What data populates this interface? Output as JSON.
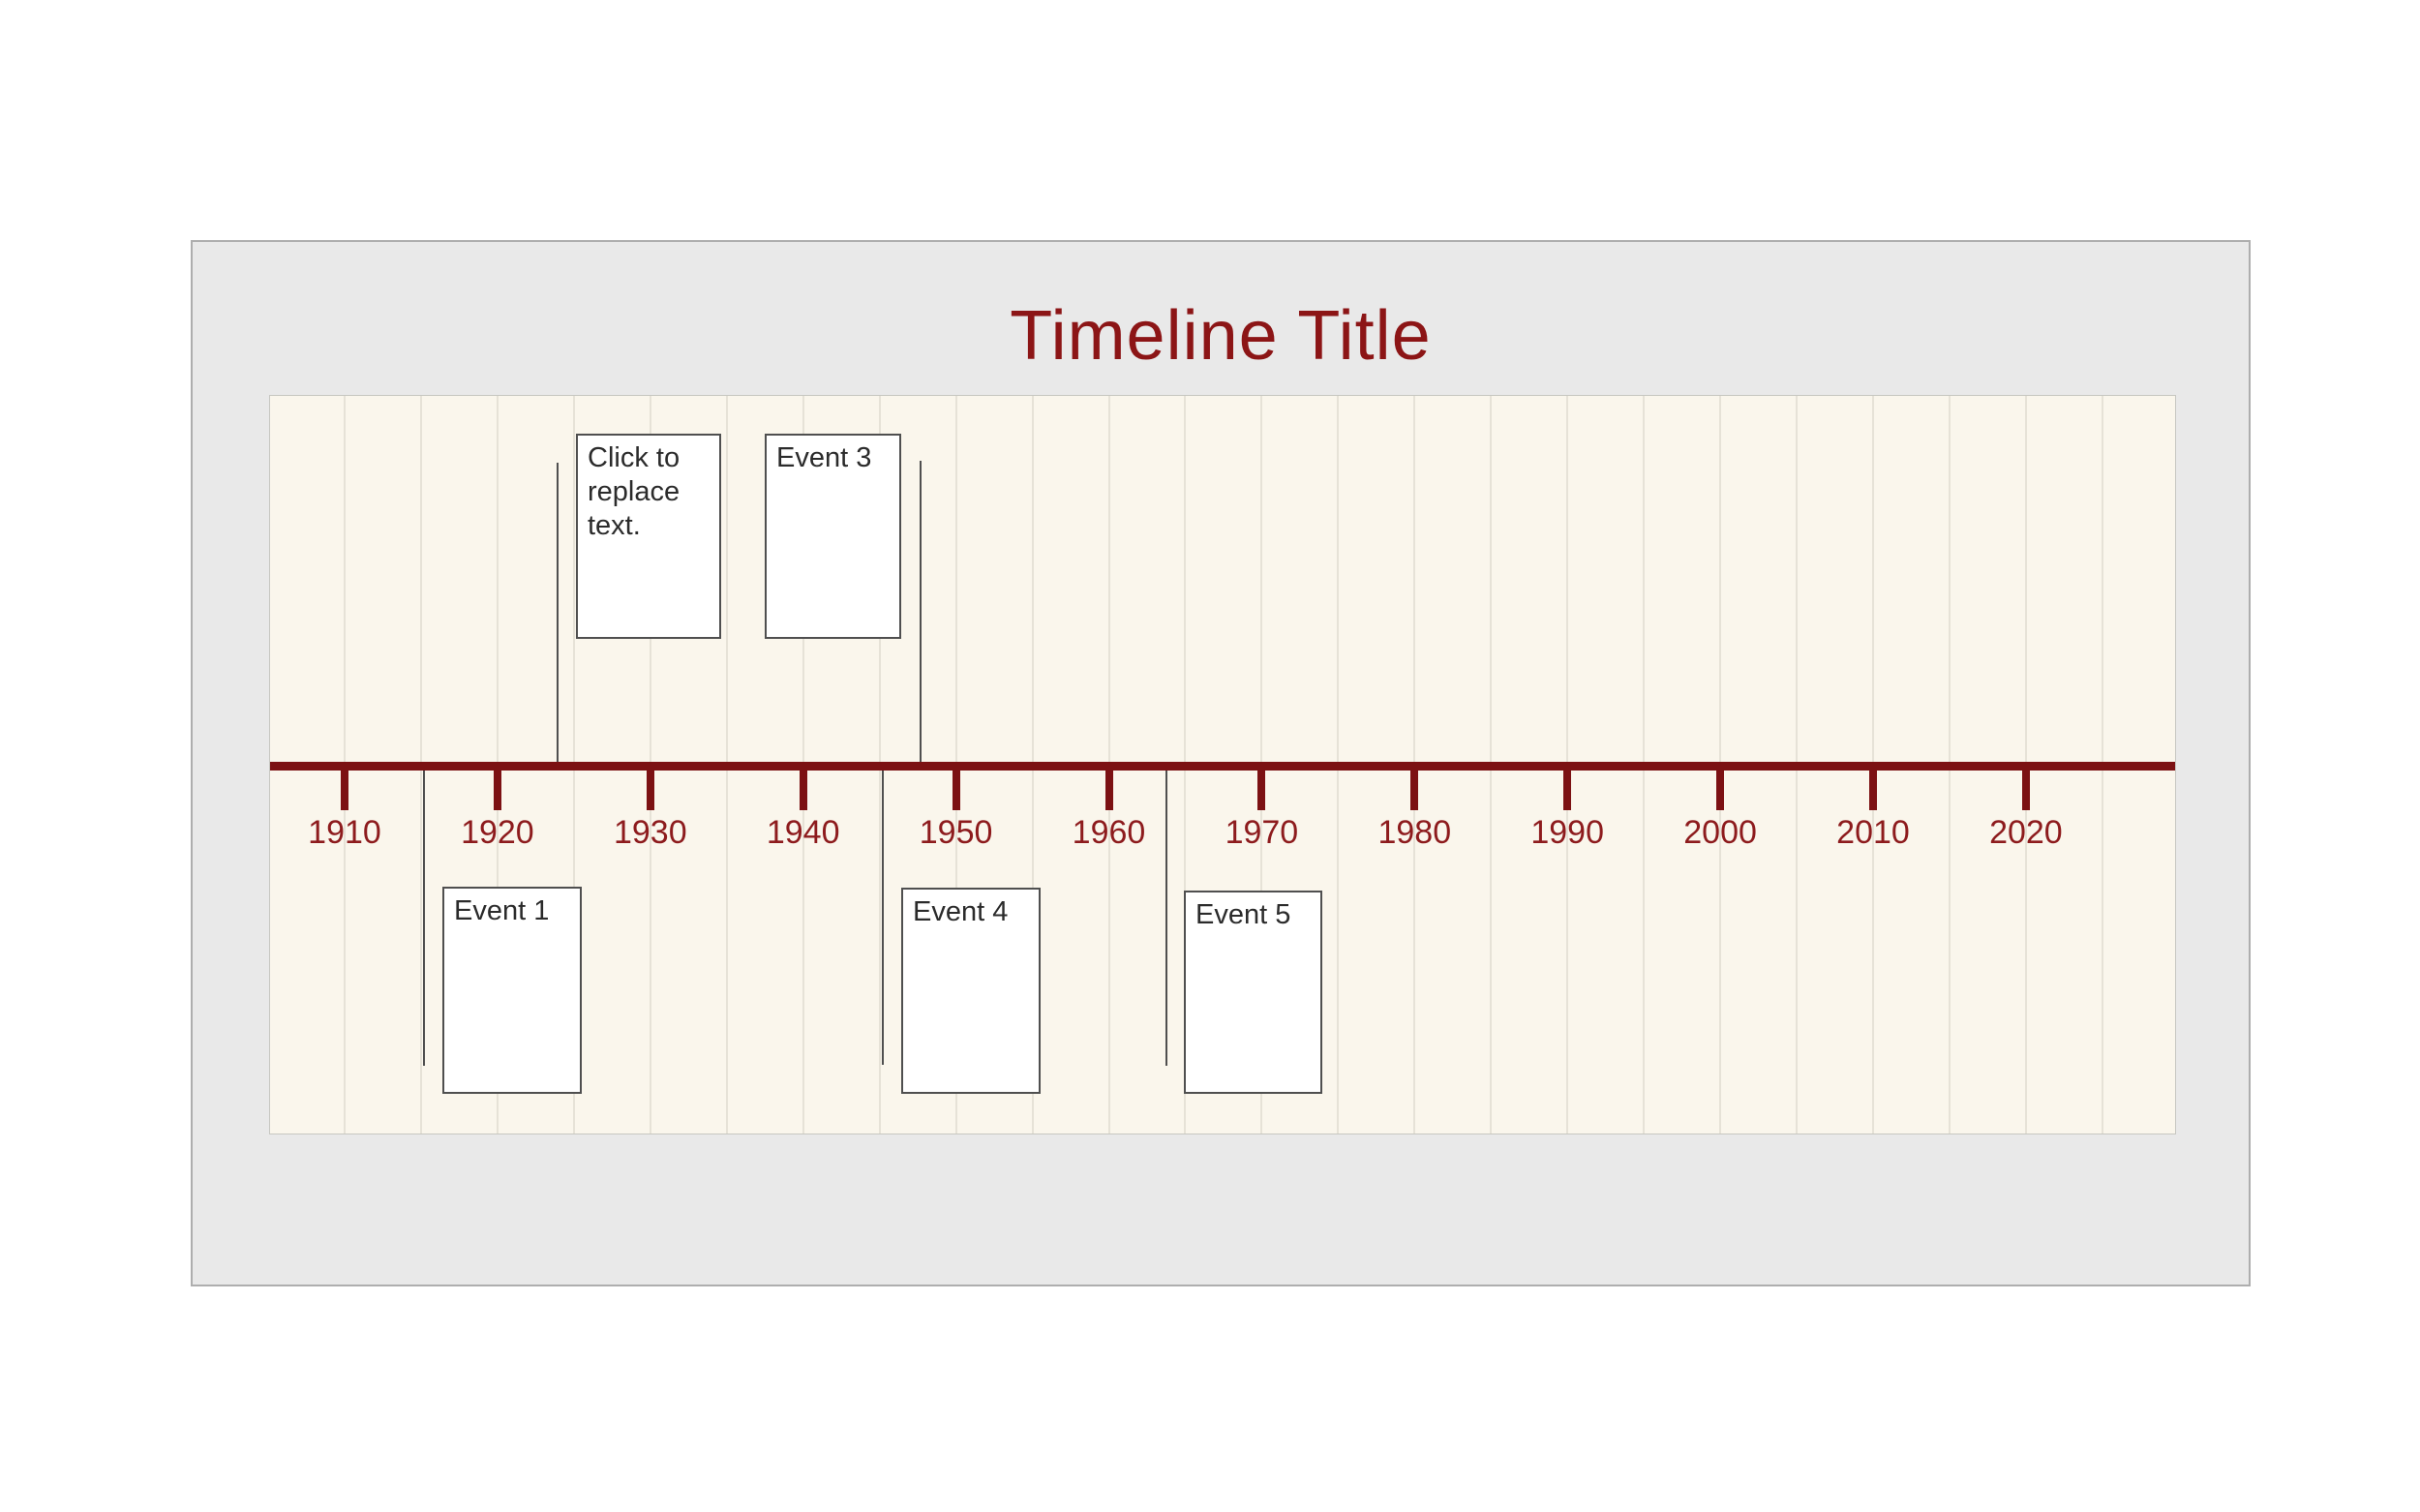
{
  "title": "Timeline Title",
  "axis": {
    "years": [
      "1910",
      "1920",
      "1930",
      "1940",
      "1950",
      "1960",
      "1970",
      "1980",
      "1990",
      "2000",
      "2010",
      "2020"
    ]
  },
  "events": [
    {
      "text": "Click to replace text.",
      "side": "above"
    },
    {
      "text": "Event 3",
      "side": "above"
    },
    {
      "text": "Event 1",
      "side": "below"
    },
    {
      "text": "Event 4",
      "side": "below"
    },
    {
      "text": "Event 5",
      "side": "below"
    }
  ],
  "colors": {
    "accent_red": "#7c1113",
    "title_red": "#8c1516",
    "year_label_red": "#8d1b1d",
    "panel_bg": "#e9e9e9",
    "plot_bg": "#faf6ec",
    "leader_gray": "#4f4f4f",
    "box_border_gray": "#4f4f4f"
  }
}
